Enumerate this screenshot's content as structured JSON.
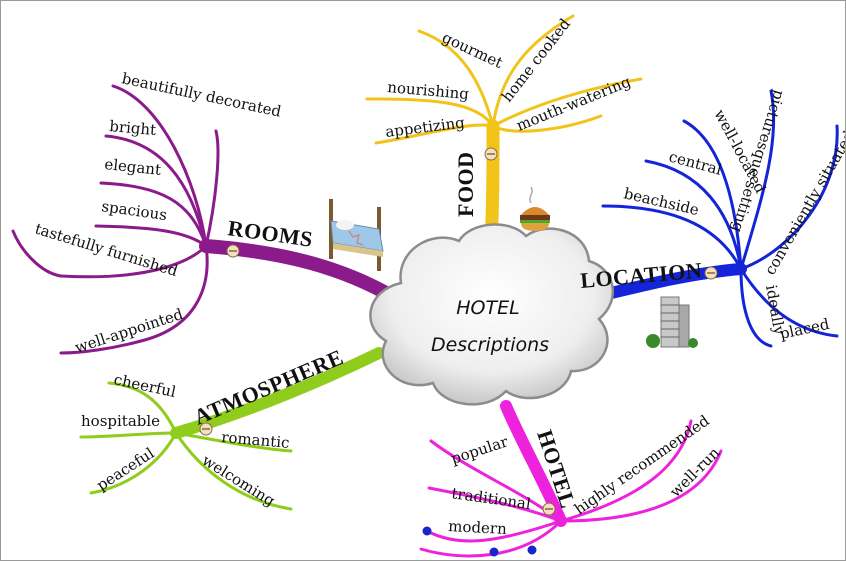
{
  "center": {
    "line1": "HOTEL",
    "line2": "Descriptions"
  },
  "colors": {
    "rooms": "#8b1a8b",
    "food": "#f2c318",
    "location": "#1424d8",
    "atmosphere": "#8fcc1c",
    "hotel": "#ee22dd"
  },
  "branches": {
    "rooms": {
      "label": "ROOMS",
      "words": [
        "beautifully decorated",
        "bright",
        "elegant",
        "spacious",
        "tastefully furnished",
        "well-appointed"
      ],
      "icon": "bed-icon"
    },
    "food": {
      "label": "FOOD",
      "words": [
        "gourmet",
        "home cooked",
        "nourishing",
        "mouth-watering",
        "appetizing"
      ],
      "icon": "burger-icon"
    },
    "location": {
      "label": "LOCATION",
      "words": [
        "well-located",
        "picturesque setting",
        "central",
        "conveniently situated",
        "beachside",
        "ideally",
        "placed"
      ],
      "icon": "building-icon"
    },
    "atmosphere": {
      "label": "ATMOSPHERE",
      "words": [
        "cheerful",
        "hospitable",
        "romantic",
        "peaceful",
        "welcoming"
      ]
    },
    "hotel": {
      "label": "HOTEL",
      "words": [
        "popular",
        "traditional",
        "modern",
        "highly recommended",
        "well-run"
      ]
    }
  }
}
